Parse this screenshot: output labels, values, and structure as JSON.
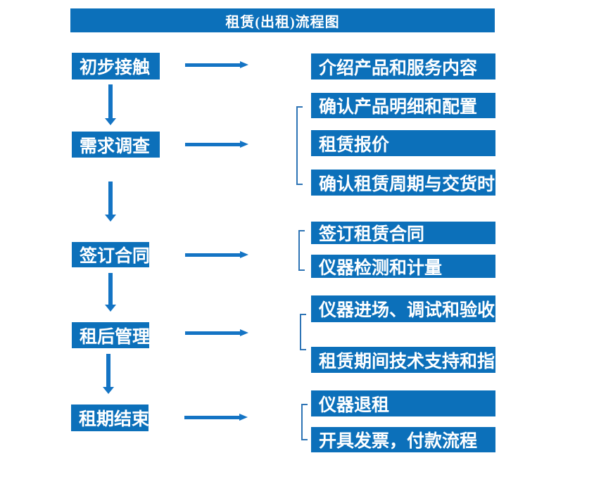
{
  "title": "租赁(出租)流程图",
  "colors": {
    "box_fill": "#0c70ba",
    "arrow": "#1474c4",
    "bracket": "#2e74b5",
    "text": "#ffffff",
    "background": "#ffffff"
  },
  "flowchart": {
    "stages": [
      {
        "label": "初步接触",
        "details": [
          "介绍产品和服务内容"
        ]
      },
      {
        "label": "需求调查",
        "details": [
          "确认产品明细和配置",
          "租赁报价",
          "确认租赁周期与交货时间"
        ]
      },
      {
        "label": "签订合同",
        "details": [
          "签订租赁合同",
          "仪器检测和计量"
        ]
      },
      {
        "label": "租后管理",
        "details": [
          "仪器进场、调试和验收",
          "租赁期间技术支持和指导"
        ]
      },
      {
        "label": "租期结束",
        "details": [
          "仪器退租",
          "开具发票，付款流程"
        ]
      }
    ]
  }
}
